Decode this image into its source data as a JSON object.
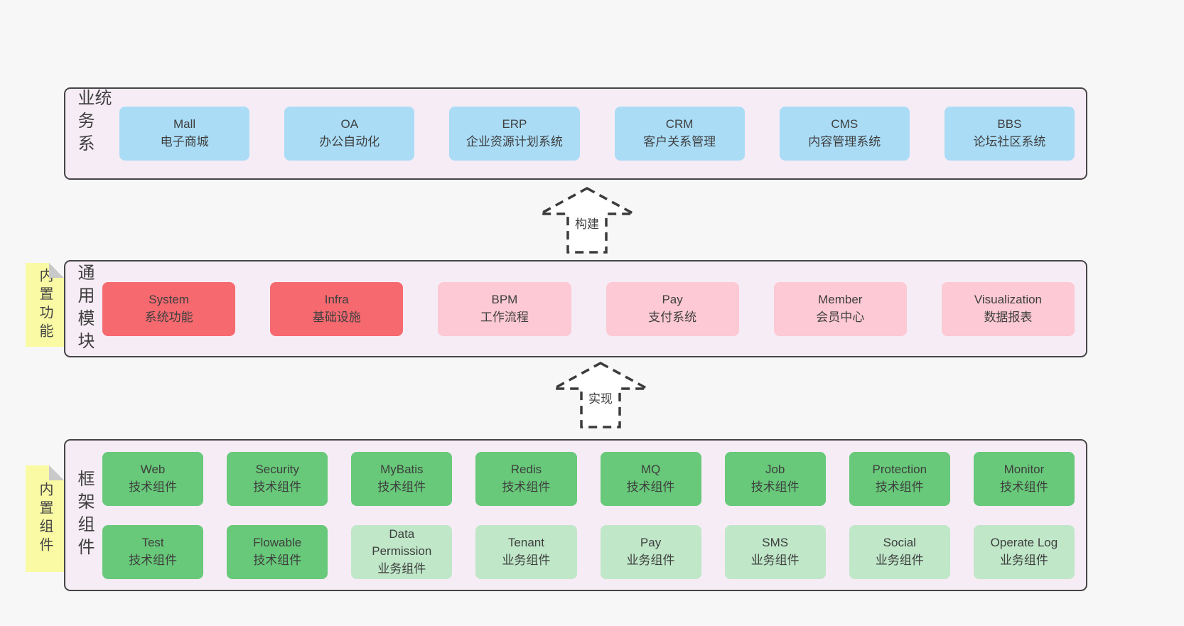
{
  "colors": {
    "page_bg": "#f7f7f7",
    "panel_bg": "#f6ecf5",
    "border": "#454545",
    "text": "#3f3f3f",
    "blue": "#aadcf6",
    "red": "#f5696f",
    "pink": "#fcc9d4",
    "green": "#67c979",
    "lgreen": "#bfe7c8",
    "sticky": "#fafaa4",
    "fold": "#c9c9c9",
    "arrow": "#3b3b3b",
    "arrow_fill": "#ffffff"
  },
  "arrows": [
    {
      "label": "构建"
    },
    {
      "label": "实现"
    }
  ],
  "bands": [
    {
      "label": "业务系统",
      "boxes": [
        {
          "title": "Mall",
          "subtitle": "电子商城",
          "variant": "blue"
        },
        {
          "title": "OA",
          "subtitle": "办公自动化",
          "variant": "blue"
        },
        {
          "title": "ERP",
          "subtitle": "企业资源计划系统",
          "variant": "blue"
        },
        {
          "title": "CRM",
          "subtitle": "客户关系管理",
          "variant": "blue"
        },
        {
          "title": "CMS",
          "subtitle": "内容管理系统",
          "variant": "blue"
        },
        {
          "title": "BBS",
          "subtitle": "论坛社区系统",
          "variant": "blue"
        }
      ]
    },
    {
      "label": "通用模块",
      "sticky": "内置功能",
      "boxes": [
        {
          "title": "System",
          "subtitle": "系统功能",
          "variant": "red"
        },
        {
          "title": "Infra",
          "subtitle": "基础设施",
          "variant": "red"
        },
        {
          "title": "BPM",
          "subtitle": "工作流程",
          "variant": "pink"
        },
        {
          "title": "Pay",
          "subtitle": "支付系统",
          "variant": "pink"
        },
        {
          "title": "Member",
          "subtitle": "会员中心",
          "variant": "pink"
        },
        {
          "title": "Visualization",
          "subtitle": "数据报表",
          "variant": "pink"
        }
      ]
    },
    {
      "label": "框架组件",
      "sticky": "内置组件",
      "boxes": [
        {
          "title": "Web",
          "subtitle": "技术组件",
          "variant": "green"
        },
        {
          "title": "Security",
          "subtitle": "技术组件",
          "variant": "green"
        },
        {
          "title": "MyBatis",
          "subtitle": "技术组件",
          "variant": "green"
        },
        {
          "title": "Redis",
          "subtitle": "技术组件",
          "variant": "green"
        },
        {
          "title": "MQ",
          "subtitle": "技术组件",
          "variant": "green"
        },
        {
          "title": "Job",
          "subtitle": "技术组件",
          "variant": "green"
        },
        {
          "title": "Protection",
          "subtitle": "技术组件",
          "variant": "green"
        },
        {
          "title": "Monitor",
          "subtitle": "技术组件",
          "variant": "green"
        },
        {
          "title": "Test",
          "subtitle": "技术组件",
          "variant": "green"
        },
        {
          "title": "Flowable",
          "subtitle": "技术组件",
          "variant": "green"
        },
        {
          "title": "Data Permission",
          "subtitle": "业务组件",
          "variant": "lgreen"
        },
        {
          "title": "Tenant",
          "subtitle": "业务组件",
          "variant": "lgreen"
        },
        {
          "title": "Pay",
          "subtitle": "业务组件",
          "variant": "lgreen"
        },
        {
          "title": "SMS",
          "subtitle": "业务组件",
          "variant": "lgreen"
        },
        {
          "title": "Social",
          "subtitle": "业务组件",
          "variant": "lgreen"
        },
        {
          "title": "Operate Log",
          "subtitle": "业务组件",
          "variant": "lgreen"
        }
      ]
    }
  ]
}
